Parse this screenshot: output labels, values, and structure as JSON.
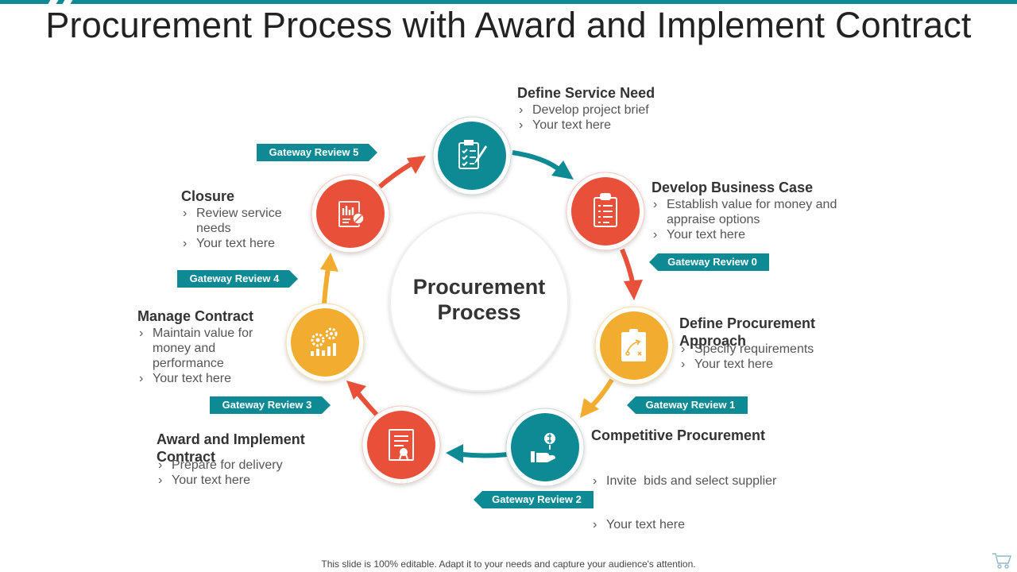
{
  "title": "Procurement Process with Award and Implement Contract",
  "center": {
    "line1": "Procurement",
    "line2": "Process"
  },
  "colors": {
    "teal": "#0e8a95",
    "red": "#e8503a",
    "yellow": "#f2ac30",
    "text": "#404040"
  },
  "steps": [
    {
      "title": "Define Service Need",
      "bullets": [
        "Develop project brief",
        "Your text here"
      ],
      "icon": "checklist-icon",
      "color": "teal"
    },
    {
      "title": "Develop Business Case",
      "bullets": [
        "Establish value for money and appraise options",
        "Your text here"
      ],
      "icon": "clipboard-icon",
      "color": "red"
    },
    {
      "title": "Define Procurement Approach",
      "bullets": [
        "Specify requirements",
        "Your text here"
      ],
      "icon": "strategy-board-icon",
      "color": "yellow"
    },
    {
      "title": "Competitive Procurement",
      "bullets": [
        "Invite  bids and select supplier",
        "Your text here"
      ],
      "icon": "hand-money-icon",
      "color": "teal"
    },
    {
      "title": "Award and Implement Contract",
      "bullets": [
        "Prepare for delivery",
        "Your text here"
      ],
      "icon": "certificate-icon",
      "color": "red"
    },
    {
      "title": "Manage Contract",
      "bullets": [
        "Maintain value for money and performance",
        "Your text here"
      ],
      "icon": "gears-chart-icon",
      "color": "yellow"
    },
    {
      "title": "Closure",
      "bullets": [
        "Review service needs",
        "Your text here"
      ],
      "icon": "report-icon",
      "color": "red"
    }
  ],
  "gateways": [
    "Gateway Review 0",
    "Gateway Review 1",
    "Gateway Review 2",
    "Gateway Review 3",
    "Gateway Review 4",
    "Gateway Review 5"
  ],
  "footer": "This slide is 100% editable. Adapt it to your needs and capture your audience's attention."
}
